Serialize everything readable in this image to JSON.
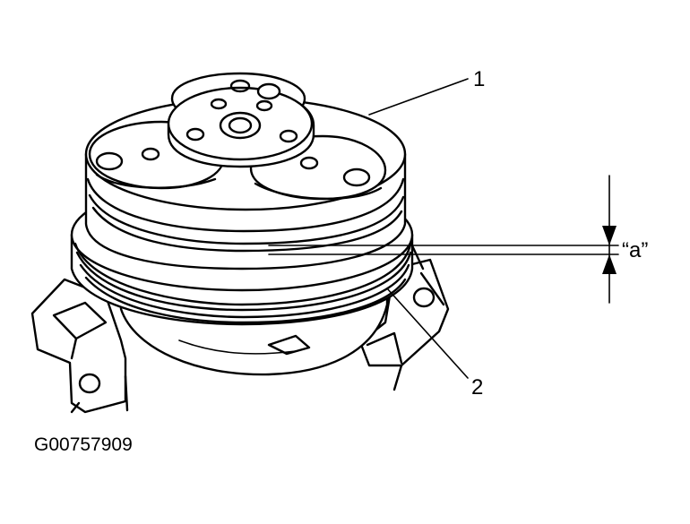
{
  "figure": {
    "callouts": {
      "part1": "1",
      "part2": "2",
      "gap": "“a”"
    },
    "figure_id": "G00757909"
  }
}
